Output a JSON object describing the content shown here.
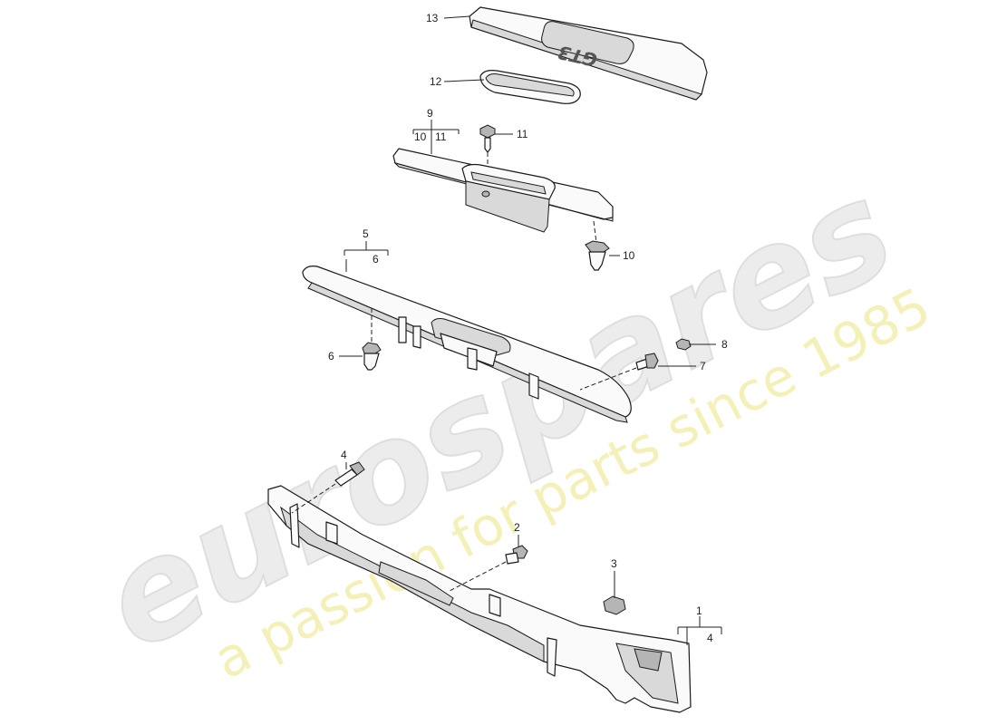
{
  "watermark": {
    "brand": "eurospares",
    "tagline": "a passion for parts since 1985"
  },
  "badge_text": "GT3",
  "callouts": {
    "c1": "1",
    "c2": "2",
    "c3": "3",
    "c4_top": "4",
    "c4_sub": "4",
    "c5": "5",
    "c6_sub": "6",
    "c6": "6",
    "c7": "7",
    "c8": "8",
    "c9": "9",
    "c10_sub": "10",
    "c11_sub": "11",
    "c10": "10",
    "c11": "11",
    "c12": "12",
    "c13": "13"
  }
}
